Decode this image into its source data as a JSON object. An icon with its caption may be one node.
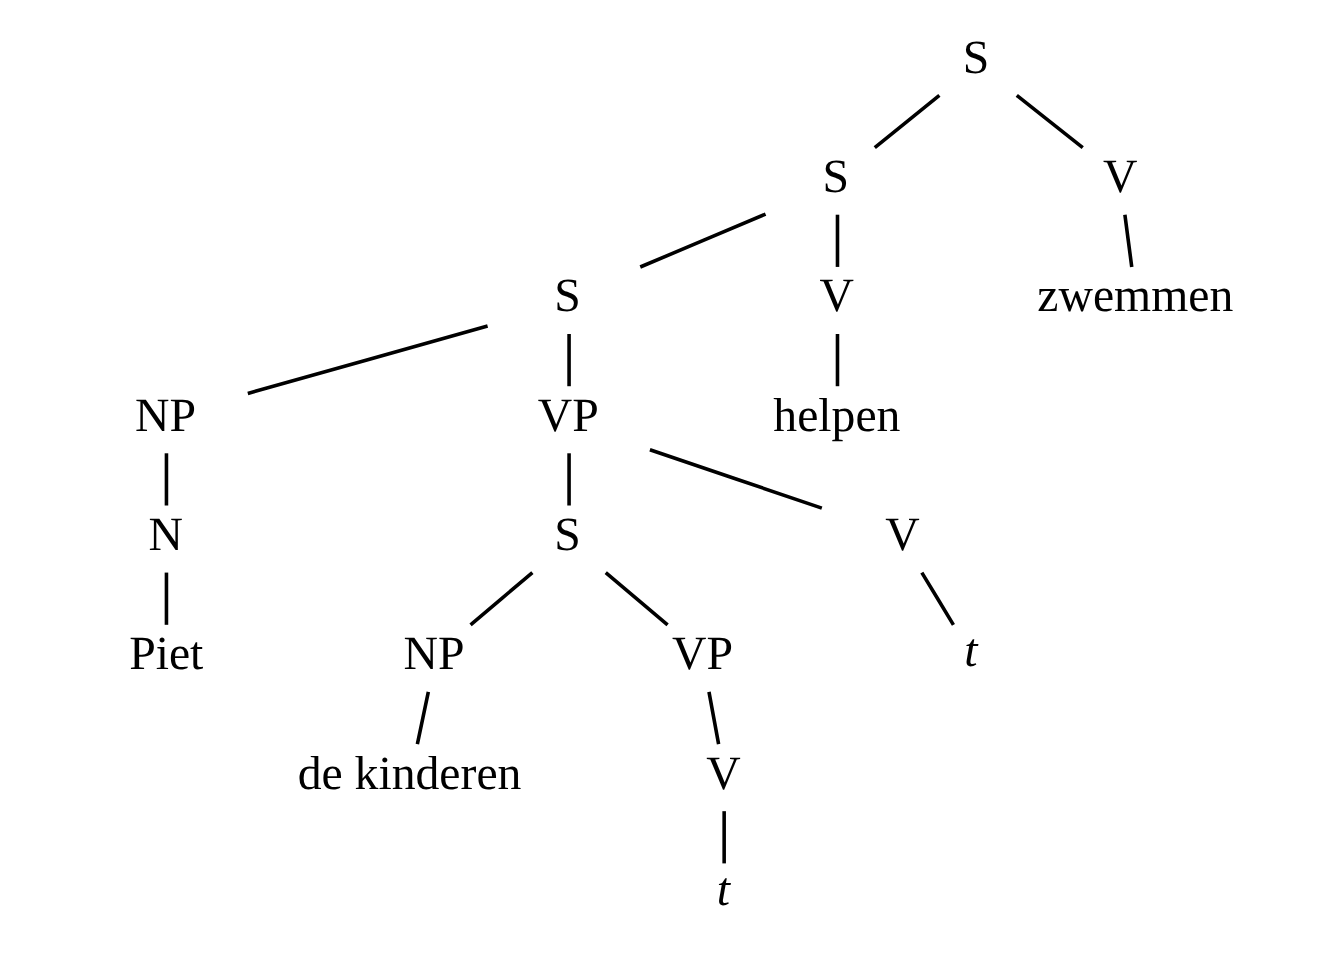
{
  "diagram": {
    "nodes": [
      {
        "text": [
          "S"
        ]
      },
      {
        "text": [
          "S"
        ]
      },
      {
        "text": [
          "V"
        ]
      },
      {
        "text": [
          "zwemmen"
        ]
      },
      {
        "text": [
          "S"
        ]
      },
      {
        "text": [
          "V"
        ]
      },
      {
        "text": [
          "helpen"
        ]
      },
      {
        "text": [
          "NP"
        ]
      },
      {
        "text": [
          "VP"
        ]
      },
      {
        "text": [
          "N"
        ]
      },
      {
        "text": [
          "Piet"
        ]
      },
      {
        "text": [
          "S"
        ]
      },
      {
        "text": [
          "V"
        ]
      },
      {
        "text": [
          "t"
        ]
      },
      {
        "text": [
          "NP"
        ]
      },
      {
        "text": [
          "VP"
        ]
      },
      {
        "text": [
          "de kinderen"
        ]
      },
      {
        "text": [
          "V"
        ]
      },
      {
        "text": [
          "t"
        ]
      }
    ],
    "edges": [
      {
        "from": 0,
        "to": 1,
        "arrow": "none"
      },
      {
        "from": 0,
        "to": 2,
        "arrow": "none"
      },
      {
        "from": 2,
        "to": 3,
        "arrow": "none"
      },
      {
        "from": 1,
        "to": 4,
        "arrow": "none"
      },
      {
        "from": 1,
        "to": 5,
        "arrow": "none"
      },
      {
        "from": 5,
        "to": 6,
        "arrow": "none"
      },
      {
        "from": 4,
        "to": 7,
        "arrow": "none"
      },
      {
        "from": 4,
        "to": 8,
        "arrow": "none"
      },
      {
        "from": 7,
        "to": 9,
        "arrow": "none"
      },
      {
        "from": 9,
        "to": 10,
        "arrow": "none"
      },
      {
        "from": 8,
        "to": 11,
        "arrow": "none"
      },
      {
        "from": 8,
        "to": 12,
        "arrow": "none"
      },
      {
        "from": 12,
        "to": 13,
        "arrow": "none"
      },
      {
        "from": 11,
        "to": 14,
        "arrow": "none"
      },
      {
        "from": 11,
        "to": 15,
        "arrow": "none"
      },
      {
        "from": 14,
        "to": 16,
        "arrow": "none"
      },
      {
        "from": 15,
        "to": 17,
        "arrow": "none"
      },
      {
        "from": 17,
        "to": 18,
        "arrow": "none"
      }
    ]
  }
}
